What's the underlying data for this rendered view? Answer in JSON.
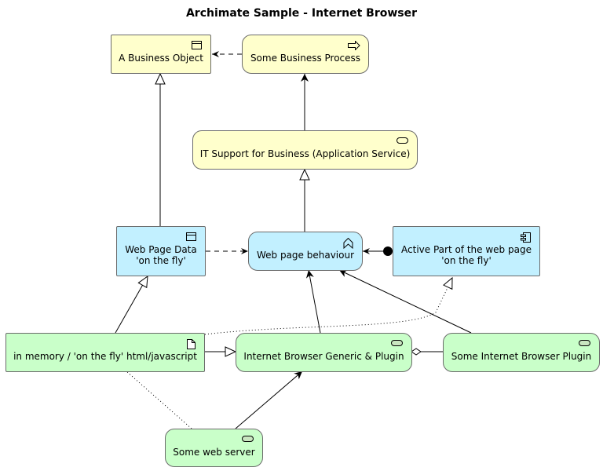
{
  "title": "Archimate Sample - Internet Browser",
  "colors": {
    "business": "#ffffcc",
    "application": "#c2f0ff",
    "technology": "#c9ffc9",
    "border": "#6b6b6b"
  },
  "nodes": {
    "business_object": {
      "label": "A Business Object",
      "layer": "business",
      "icon": "object-icon"
    },
    "business_process": {
      "label": "Some Business Process",
      "layer": "business",
      "icon": "process-arrow-icon"
    },
    "it_support": {
      "label": "IT Support for Business (Application Service)",
      "layer": "business",
      "icon": "service-icon"
    },
    "web_page_data": {
      "label": "Web Page Data\n'on the fly'",
      "layer": "application",
      "icon": "object-icon"
    },
    "web_page_behaviour": {
      "label": "Web page behaviour",
      "layer": "application",
      "icon": "function-icon"
    },
    "active_part": {
      "label": "Active Part of the web page\n'on the fly'",
      "layer": "application",
      "icon": "component-icon"
    },
    "in_memory": {
      "label": "in memory / 'on the fly' html/javascript",
      "layer": "technology",
      "icon": "artifact-icon"
    },
    "browser_generic": {
      "label": "Internet Browser Generic & Plugin",
      "layer": "technology",
      "icon": "service-icon"
    },
    "browser_plugin": {
      "label": "Some Internet Browser Plugin",
      "layer": "technology",
      "icon": "service-icon"
    },
    "web_server": {
      "label": "Some web server",
      "layer": "technology",
      "icon": "service-icon"
    }
  },
  "relations": [
    {
      "from": "business_process",
      "to": "business_object",
      "type": "access"
    },
    {
      "from": "it_support",
      "to": "business_process",
      "type": "serving"
    },
    {
      "from": "web_page_data",
      "to": "business_object",
      "type": "realization"
    },
    {
      "from": "web_page_behaviour",
      "to": "it_support",
      "type": "realization"
    },
    {
      "from": "web_page_data",
      "to": "web_page_behaviour",
      "type": "access"
    },
    {
      "from": "active_part",
      "to": "web_page_behaviour",
      "type": "assignment"
    },
    {
      "from": "in_memory",
      "to": "web_page_data",
      "type": "realization"
    },
    {
      "from": "in_memory",
      "to": "active_part",
      "type": "realization-dotted"
    },
    {
      "from": "in_memory",
      "to": "browser_generic",
      "type": "specialization"
    },
    {
      "from": "browser_generic",
      "to": "web_page_behaviour",
      "type": "serving"
    },
    {
      "from": "browser_plugin",
      "to": "web_page_behaviour",
      "type": "serving"
    },
    {
      "from": "browser_plugin",
      "to": "browser_generic",
      "type": "aggregation"
    },
    {
      "from": "web_server",
      "to": "browser_generic",
      "type": "serving"
    },
    {
      "from": "web_server",
      "to": "in_memory",
      "type": "association-dotted"
    }
  ]
}
